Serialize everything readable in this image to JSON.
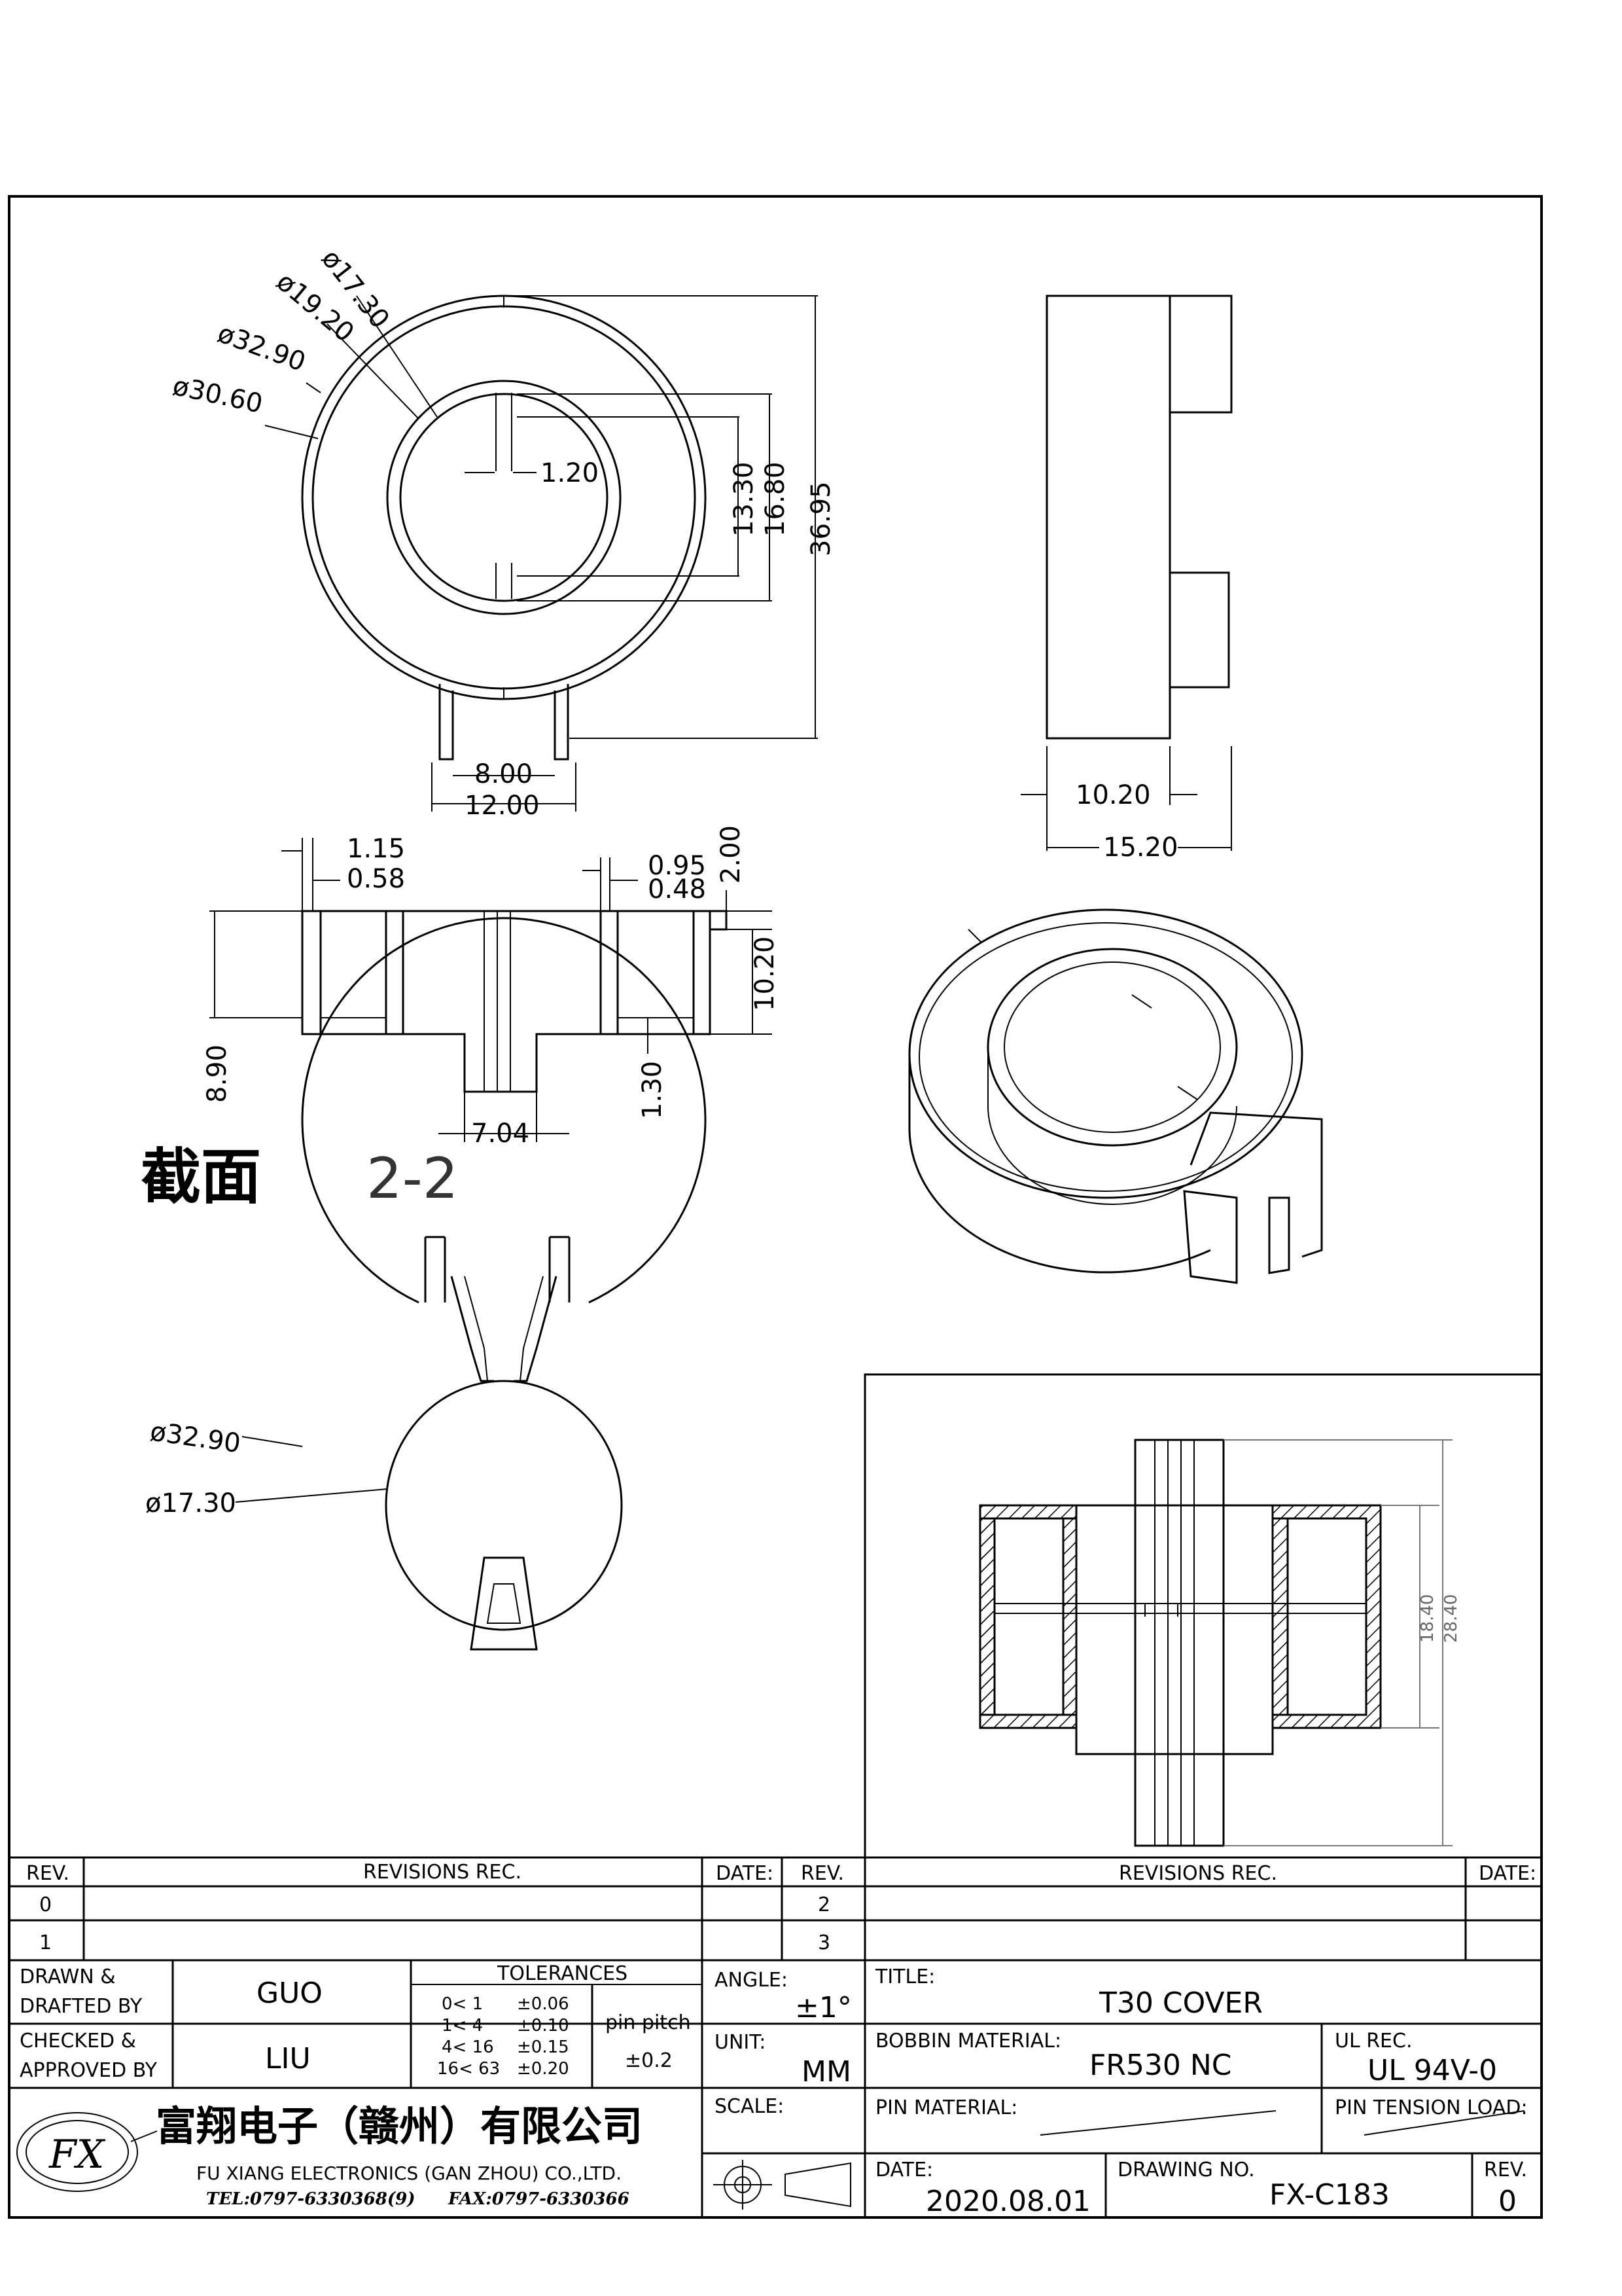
{
  "views": {
    "top": {
      "dia_17_30": "ø17.30",
      "dia_19_20": "ø19.20",
      "dia_32_90": "ø32.90",
      "dia_30_60": "ø30.60",
      "slot_1_20": "1.20",
      "dim_13_30": "13.30",
      "dim_16_80": "16.80",
      "dim_36_95": "36.95",
      "pin_8_00": "8.00",
      "pin_12_00": "12.00"
    },
    "side": {
      "dim_10_20": "10.20",
      "dim_15_20": "15.20"
    },
    "section": {
      "dim_1_15": "1.15",
      "dim_0_58": "0.58",
      "dim_0_95": "0.95",
      "dim_0_48": "0.48",
      "dim_2_00": "2.00",
      "dim_10_20": "10.20",
      "dim_8_90": "8.90",
      "dim_1_30": "1.30",
      "dim_7_04": "7.04",
      "section_label_cn": "截面",
      "section_label_id": "2-2"
    },
    "bottom": {
      "dia_32_90": "ø32.90",
      "dia_17_30": "ø17.30"
    },
    "assembly": {
      "dim_18_40": "18.40",
      "dim_28_40": "28.40"
    }
  },
  "title_block": {
    "rev_header_left": "REV.",
    "revisions_rec_left": "REVISIONS   REC.",
    "date_header_left": "DATE:",
    "rev_header_right": "REV.",
    "revisions_rec_right": "REVISIONS   REC.",
    "date_header_right": "DATE:",
    "rev_rows": [
      "0",
      "1"
    ],
    "rev_rows_right": [
      "2",
      "3"
    ],
    "drawn_label_1": "DRAWN &",
    "drawn_label_2": "DRAFTED BY",
    "drawn_value": "GUO",
    "checked_label_1": "CHECKED &",
    "checked_label_2": "APPROVED BY",
    "checked_value": "LIU",
    "tolerances_label": "TOLERANCES",
    "tolerance_rows": [
      {
        "range": "0<  1",
        "tol": "±0.06"
      },
      {
        "range": "1<  4",
        "tol": "±0.10"
      },
      {
        "range": "4<  16",
        "tol": "±0.15"
      },
      {
        "range": "16<  63",
        "tol": "±0.20"
      }
    ],
    "pin_pitch_label": "pin pitch",
    "pin_pitch_value": "±0.2",
    "angle_label": "ANGLE:",
    "angle_value": "±1°",
    "unit_label": "UNIT:",
    "unit_value": "MM",
    "scale_label": "SCALE:",
    "title_label": "TITLE:",
    "title_value": "T30 COVER",
    "bobbin_material_label": "BOBBIN MATERIAL:",
    "bobbin_material_value": "FR530 NC",
    "ul_label": "UL REC.",
    "ul_value": "UL 94V-0",
    "pin_material_label": "PIN MATERIAL:",
    "pin_tension_label": "PIN TENSION LOAD:",
    "date_label": "DATE:",
    "date_value": "2020.08.01",
    "drawing_no_label": "DRAWING NO.",
    "drawing_no_value": "FX-C183",
    "rev_label": "REV.",
    "rev_value": "0",
    "company_cn": "富翔电子（赣州）有限公司",
    "company_en": "FU XIANG ELECTRONICS (GAN ZHOU) CO.,LTD.",
    "tel": "TEL:0797-6330368(9)",
    "fax": "FAX:0797-6330366",
    "logo_text": "FX"
  }
}
